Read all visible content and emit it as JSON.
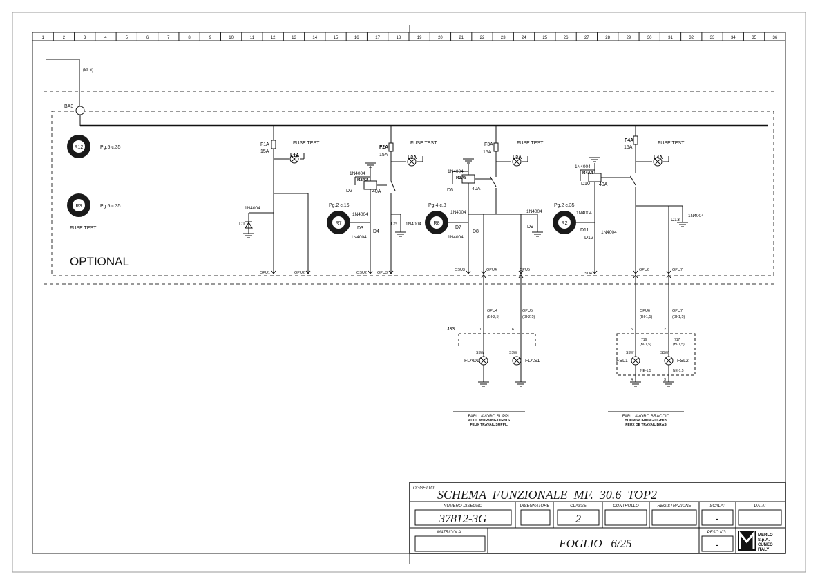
{
  "grid_columns": [
    "1",
    "2",
    "3",
    "4",
    "5",
    "6",
    "7",
    "8",
    "9",
    "10",
    "11",
    "12",
    "13",
    "14",
    "15",
    "16",
    "17",
    "18",
    "19",
    "20",
    "21",
    "22",
    "23",
    "24",
    "25",
    "26",
    "27",
    "28",
    "29",
    "30",
    "31",
    "32",
    "33",
    "34",
    "35",
    "36"
  ],
  "ref_top": "(BI-6)",
  "bus_connector": "BA3",
  "optional_label": "OPTIONAL",
  "fuse_test": "FUSE TEST",
  "wire_1n4004": "1N4004",
  "relays_left": [
    {
      "name": "R12",
      "ref": "Pg.5 c.35"
    },
    {
      "name": "R3",
      "ref": "Pg.5 c.35"
    }
  ],
  "fuses": [
    {
      "name": "F1A",
      "rating": "15A",
      "lamp": "L1A"
    },
    {
      "name": "F2A",
      "rating": "15A",
      "lamp": "L2A"
    },
    {
      "name": "F3A",
      "rating": "15A",
      "lamp": "L3A"
    },
    {
      "name": "F4A",
      "rating": "15A",
      "lamp": "L4A"
    }
  ],
  "relay_coils": [
    {
      "name": "R2A2",
      "contact": "40A",
      "diode": "D2"
    },
    {
      "name": "R3A8",
      "contact": "40A",
      "diode": "D6"
    },
    {
      "name": "R4A4",
      "contact": "40A",
      "diode": "D10"
    }
  ],
  "relays_mid": [
    {
      "name": "R7",
      "ref": "Pg.2 c.16"
    },
    {
      "name": "R8",
      "ref": "Pg.4 c.8"
    },
    {
      "name": "R2",
      "ref": "Pg.2 c.35"
    }
  ],
  "diodes": [
    "D1",
    "D3",
    "D4",
    "D5",
    "D7",
    "D8",
    "D9",
    "D11",
    "D12",
    "D13"
  ],
  "outputs": [
    "OPU1",
    "OPU2",
    "OSU2",
    "OPU3",
    "OSU3",
    "OPU4",
    "OPU5",
    "OSU4",
    "OPU6",
    "OPU7"
  ],
  "wire_labels": [
    {
      "name": "OPU4",
      "section": "(BI-2,5)"
    },
    {
      "name": "OPU5",
      "section": "(BI-2,5)"
    },
    {
      "name": "OPU6",
      "section": "(BI-1,5)"
    },
    {
      "name": "OPU7",
      "section": "(BI-1,5)"
    }
  ],
  "connector": "J33",
  "pins": [
    "1",
    "6",
    "5",
    "2",
    "4",
    "3"
  ],
  "ssw": "SSW",
  "cable_ne": "NE-1,5",
  "cable_716": "716",
  "cable_717": "717",
  "cable_716_717_section": "(BI-1,5)",
  "lamps_bottom": [
    "FLAD1",
    "FLAS1",
    "FSL1",
    "FSL2"
  ],
  "group_left": {
    "it": "FARI LAVORO SUPPL",
    "en": "ADDT. WORKING LIGHTS",
    "fr": "FEUX TRAVAIL SUPPL."
  },
  "group_right": {
    "it": "FARI LAVORO BRACCIO",
    "en": "BOOM WORKING LIGHTS",
    "fr": "FEUX DE TRAVAIL BRAS"
  },
  "title_block": {
    "oggetto_label": "OGGETTO:",
    "title": "SCHEMA  FUNZIONALE  MF.  30.6  TOP2",
    "numero_disegno_label": "NUMERO DISEGNO",
    "numero_disegno": "37812-3G",
    "disegnatore_label": "DISEGNATORE",
    "classe_label": "CLASSE",
    "classe": "2",
    "controllo_label": "CONTROLLO",
    "registrazione_label": "REGISTRAZIONE",
    "scala_label": "SCALA:",
    "scala": "-",
    "data_label": "DATA:",
    "matricola_label": "MATRICOLA",
    "foglio": "FOGLIO   6/25",
    "peso_label": "PESO  KG.",
    "peso": "-",
    "logo_text": [
      "MERLO",
      "S.p.A.",
      "CUNEO",
      "ITALY"
    ]
  }
}
